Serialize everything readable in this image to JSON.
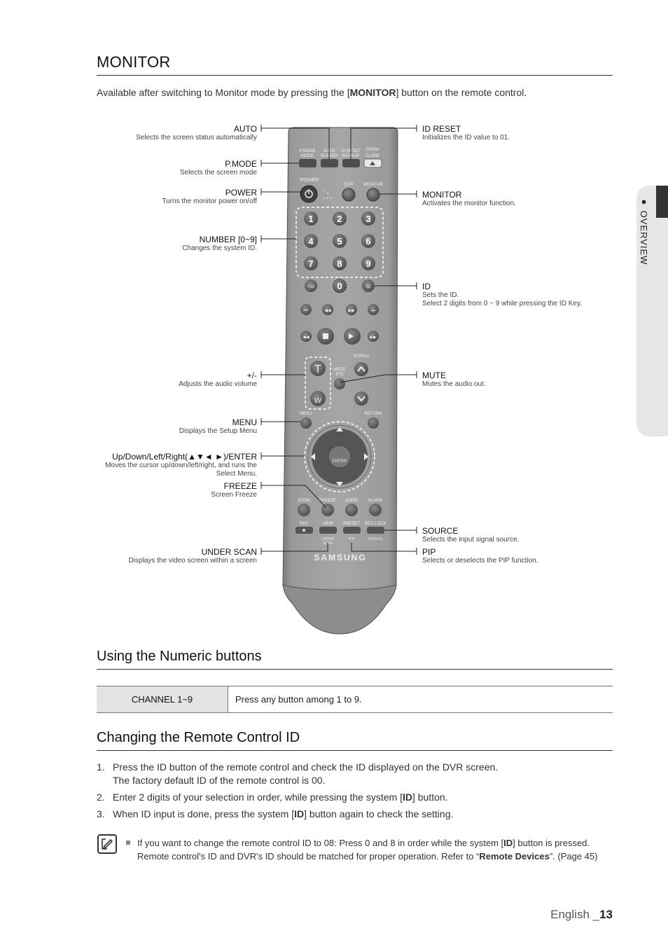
{
  "section": {
    "title": "MONITOR",
    "intro_pre": "Available after switching to Monitor mode by pressing the [",
    "intro_bold": "MONITOR",
    "intro_post": "] button on the remote control."
  },
  "callouts_left": [
    {
      "title": "AUTO",
      "desc": "Selects the screen status automatically"
    },
    {
      "title": "P.MODE",
      "desc": "Selects the screen mode"
    },
    {
      "title": "POWER",
      "desc": "Turns the monitor power on/off"
    },
    {
      "title": "NUMBER [0~9]",
      "desc": "Changes the system ID."
    },
    {
      "title": "+/-",
      "desc": "Adjusts the audio volume"
    },
    {
      "title": "MENU",
      "desc": "Displays the Setup Menu"
    },
    {
      "title": "Up/Down/Left/Right(▲▼◄ ►)/ENTER",
      "desc": "Moves the cursor up/down/left/right, and runs the",
      "desc2": "Select Menu."
    },
    {
      "title": "FREEZE",
      "desc": "Screen Freeze"
    },
    {
      "title": "UNDER SCAN",
      "desc": "Displays the video screen within a screen"
    }
  ],
  "callouts_right": [
    {
      "title": "ID RESET",
      "desc": "Initializes the ID value to 01."
    },
    {
      "title": "MONITOR",
      "desc": "Activates the monitor function."
    },
    {
      "title": "ID",
      "desc": "Sets the ID.",
      "desc2": "Select 2 digits from 0 ~ 9 while pressing the ID Key."
    },
    {
      "title": "MUTE",
      "desc": "Mutes the audio out."
    },
    {
      "title": "SOURCE",
      "desc": "Selects the input signal source."
    },
    {
      "title": "PIP",
      "desc": "Selects or deselects the PIP function."
    }
  ],
  "remote": {
    "top_labels": [
      "P.MODE",
      "MODE",
      "AUTO",
      "SEARCH",
      "ID RESET",
      "BACKUP",
      "OPEN/",
      "CLOSE"
    ],
    "power_label": "POWER",
    "dvr_label": "DVR",
    "monitor_label": "MONITOR",
    "numbers": [
      "1",
      "2",
      "3",
      "4",
      "5",
      "6",
      "7",
      "8",
      "9",
      "0"
    ],
    "plus10": "+10",
    "id_label": "ID",
    "scroll_label": "SCROLL",
    "mute_label": "MUTE",
    "ptz_label": "PTZ",
    "t_label": "T",
    "w_label": "W",
    "menu_label": "MENU",
    "return_label": "RETURN",
    "enter_label": "ENTER",
    "bottom_row1": [
      "ZOOM",
      "FREEZE",
      "AUDIO",
      "ALARM"
    ],
    "bottom_row2": [
      "REC",
      "VIEW",
      "PRESET",
      "REC LOCK"
    ],
    "under_labels": [
      "UNDER",
      "SCAN",
      "PIP",
      "SOURCE"
    ],
    "brand": "SAMSUNG"
  },
  "side_tab": {
    "label": "● OVERVIEW"
  },
  "numeric": {
    "title": "Using the Numeric buttons",
    "table": {
      "key": "CHANNEL 1~9",
      "value": "Press any button among 1 to 9."
    }
  },
  "changing": {
    "title": "Changing the Remote Control ID",
    "steps": [
      {
        "n": "1.",
        "text": "Press the ID button of the remote control and check the ID displayed on the DVR screen.",
        "text2": "The factory default ID of the remote control is 00."
      },
      {
        "n": "2.",
        "pre": "Enter 2 digits of your selection in order, while pressing the system [",
        "bold": "ID",
        "post": "] button."
      },
      {
        "n": "3.",
        "pre": "When ID input is done, press the system [",
        "bold": "ID",
        "post": "] button again to check the setting."
      }
    ],
    "note": {
      "pre": "If you want to change the remote control ID to 08: Press 0 and 8 in order while the system [",
      "bold": "ID",
      "mid": "] button is pressed.",
      "line2_pre": "Remote control's ID and DVR's ID should be matched for proper operation. Refer to “",
      "line2_bold": "Remote Devices",
      "line2_post": "”. (Page 45)"
    }
  },
  "footer": {
    "lang": "English _",
    "page": "13"
  }
}
